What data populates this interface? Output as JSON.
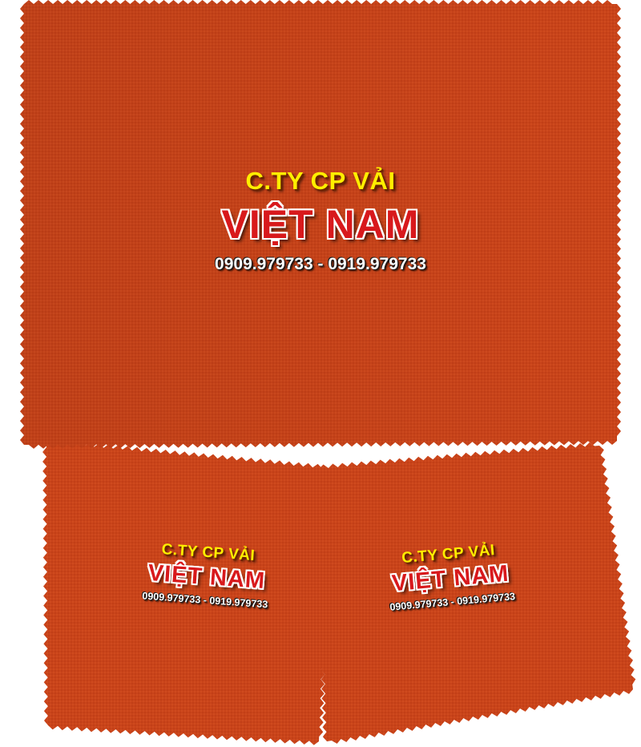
{
  "colors": {
    "cloth": "#c9441a",
    "company_text": "#ffee00",
    "brand_text": "#d8191c",
    "phone_text": "#ffffff"
  },
  "cloths": [
    {
      "company": "C.TY CP VẢI",
      "brand": "VIỆT NAM",
      "phone": "0909.979733 - 0919.979733"
    },
    {
      "company": "C.TY CP VẢI",
      "brand": "VIỆT NAM",
      "phone": "0909.979733 - 0919.979733"
    },
    {
      "company": "C.TY CP VẢI",
      "brand": "VIỆT NAM",
      "phone": "0909.979733 - 0919.979733"
    }
  ]
}
